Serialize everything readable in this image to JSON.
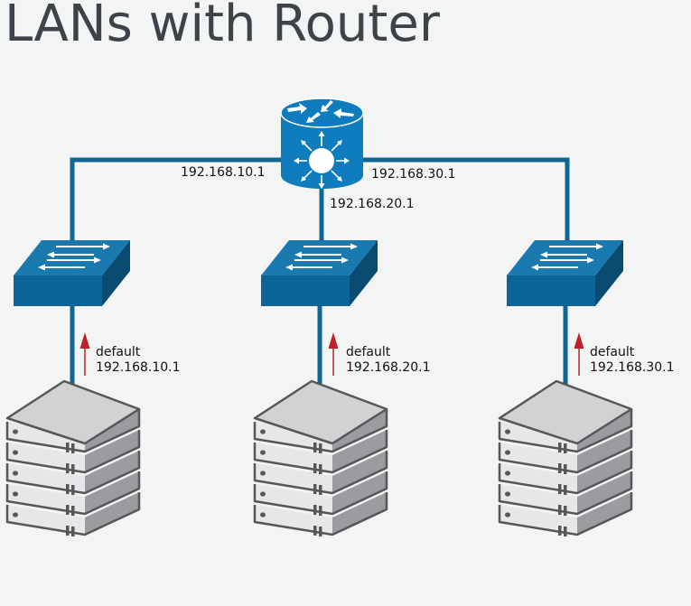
{
  "title": "LANs with Router",
  "colors": {
    "link": "#0f6593",
    "router": "#0f7cbe",
    "switch": "#0b6596",
    "arrow": "#c0202a",
    "server_top": "#d1d2d4",
    "server_front": "#e6e7e9",
    "server_side": "#9a9ca0",
    "server_outline": "#555759",
    "background": "#f3f4f4"
  },
  "router": {
    "icon": "router-icon",
    "interfaces": [
      "192.168.10.1",
      "192.168.20.1",
      "192.168.30.1"
    ]
  },
  "lans": [
    {
      "switch_icon": "switch-icon",
      "server_icon": "server-stack-icon",
      "gateway_label": "default",
      "gateway_ip": "192.168.10.1"
    },
    {
      "switch_icon": "switch-icon",
      "server_icon": "server-stack-icon",
      "gateway_label": "default",
      "gateway_ip": "192.168.20.1"
    },
    {
      "switch_icon": "switch-icon",
      "server_icon": "server-stack-icon",
      "gateway_label": "default",
      "gateway_ip": "192.168.30.1"
    }
  ]
}
